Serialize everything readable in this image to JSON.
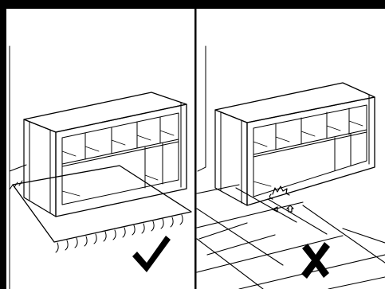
{
  "panels": [
    {
      "id": "left",
      "verdict_label": "✓",
      "verdict_meaning": "correct",
      "floor": "rug"
    },
    {
      "id": "right",
      "verdict_label": "✗",
      "verdict_meaning": "incorrect",
      "floor": "tiles",
      "damage_shown": true
    }
  ],
  "colors": {
    "ink": "#000000",
    "paper": "#ffffff",
    "wood_side": "#f2f2f2"
  }
}
